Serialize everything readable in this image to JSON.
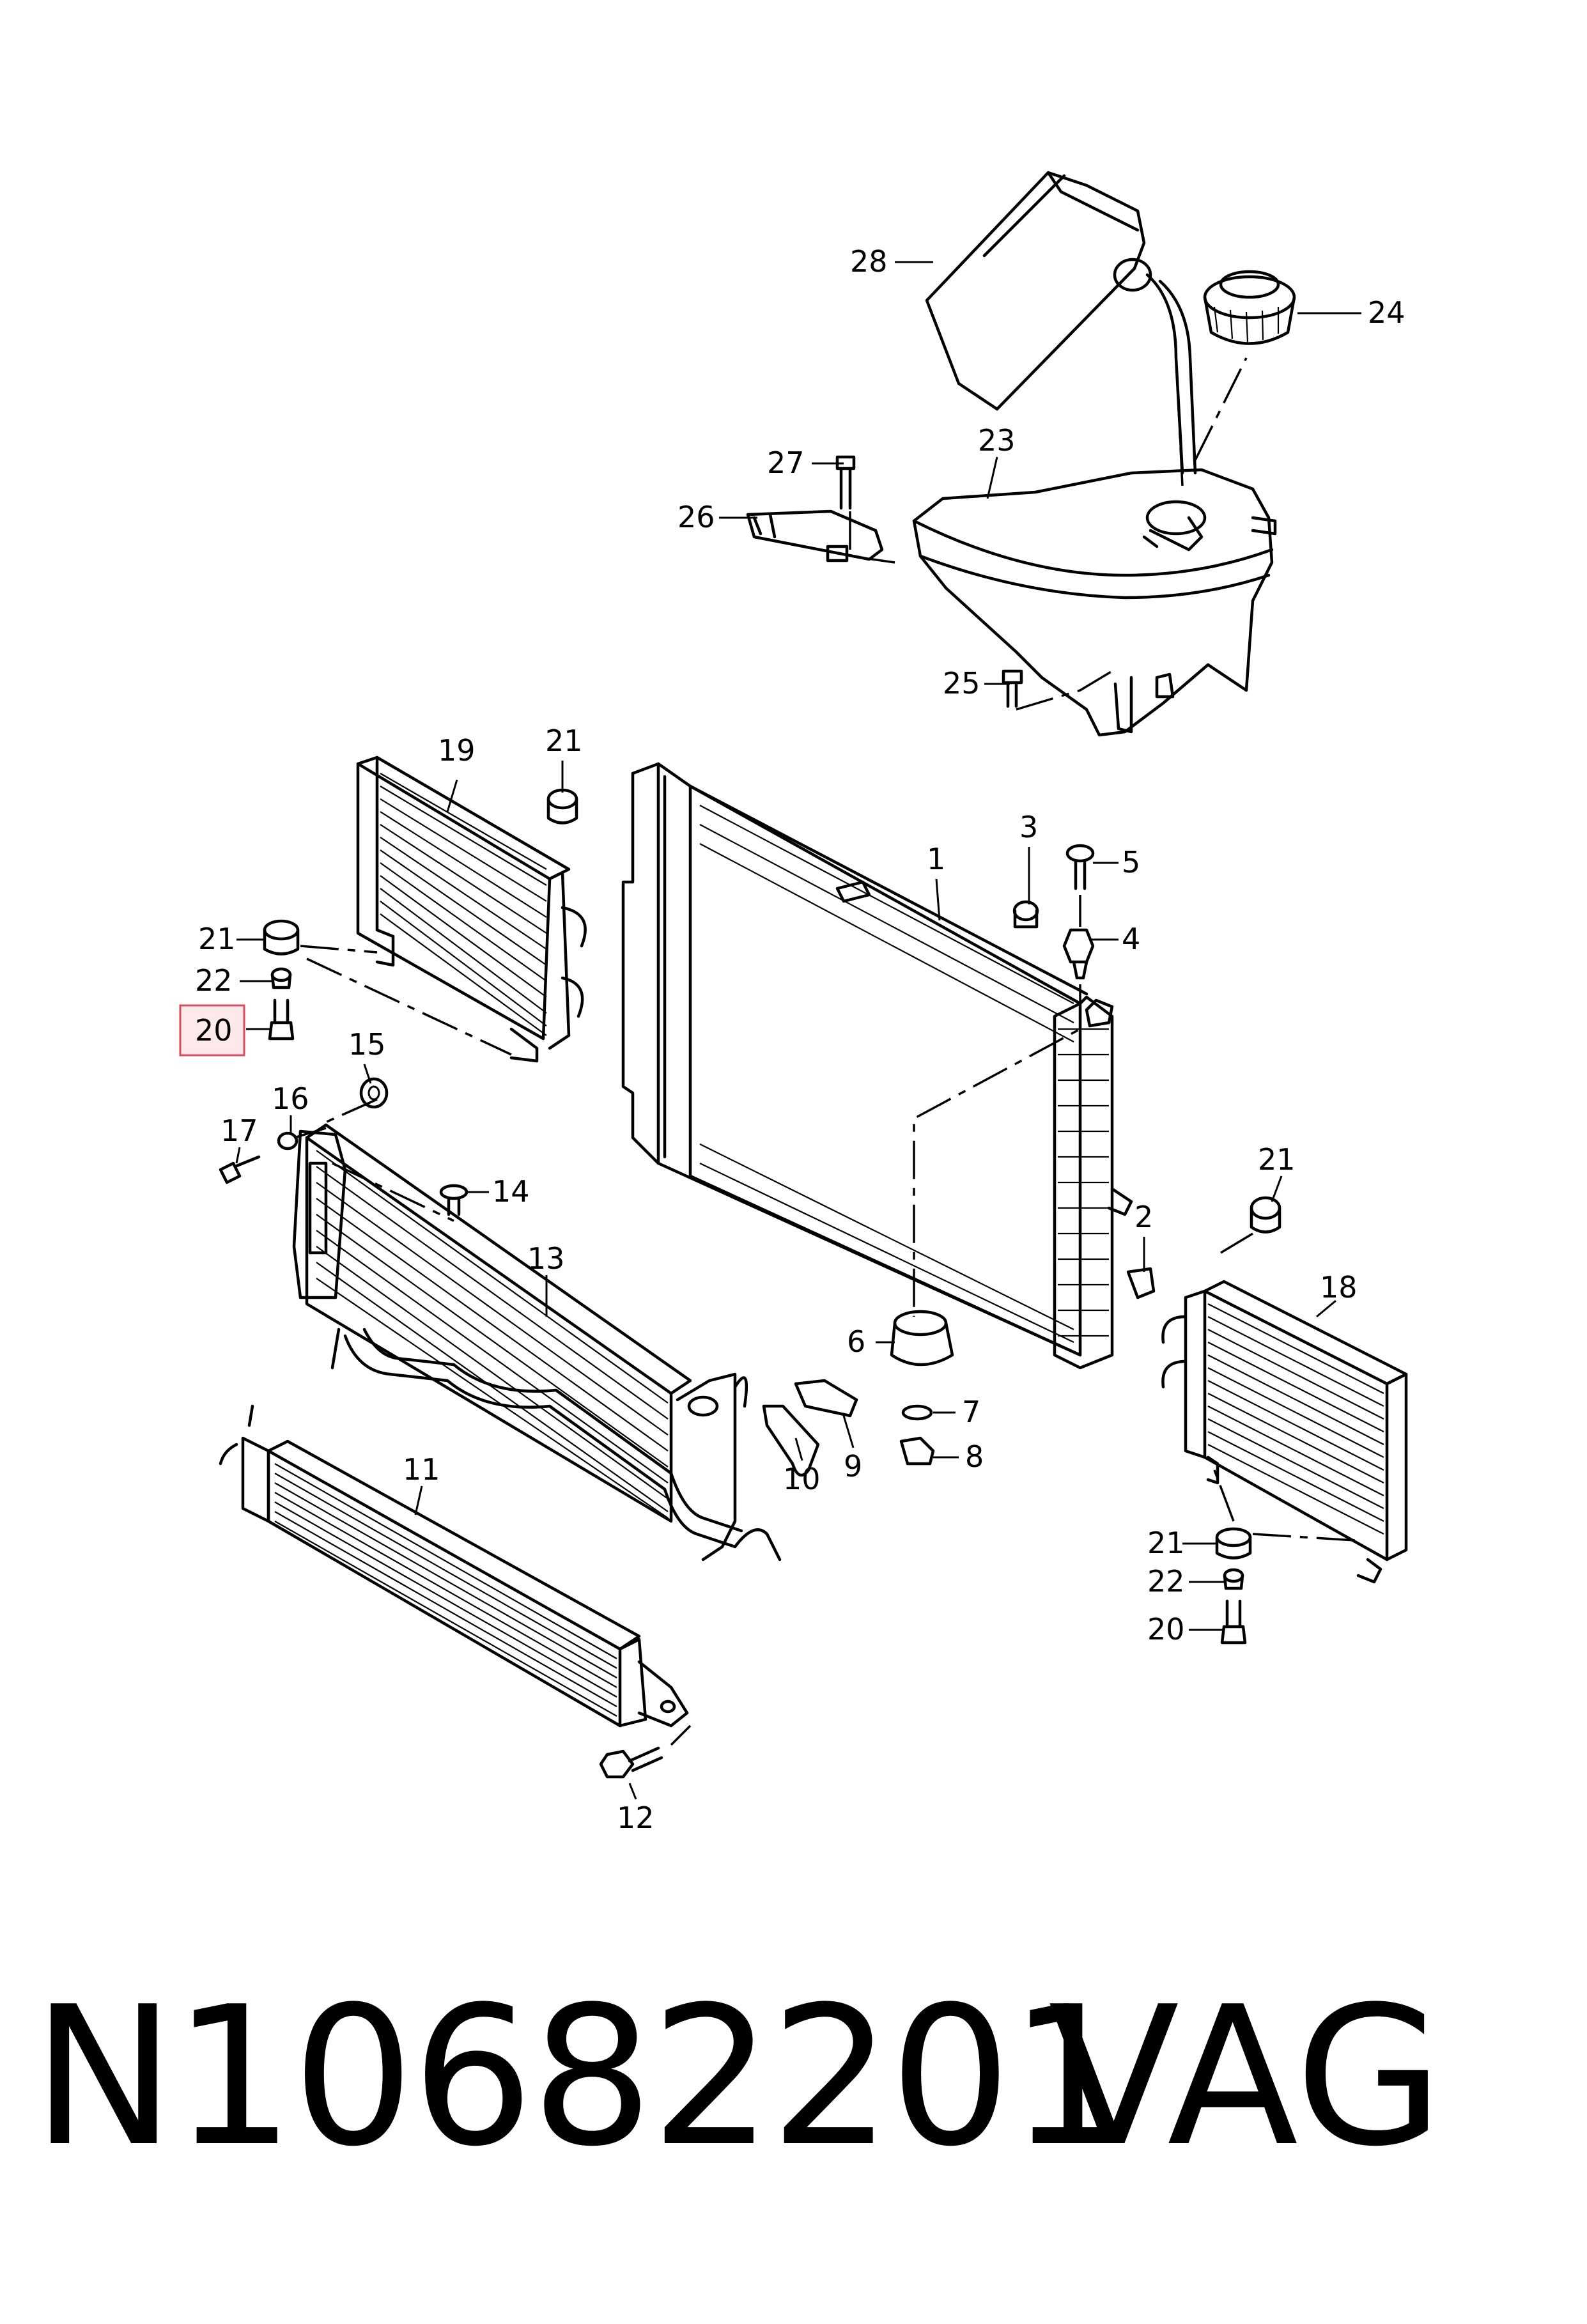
{
  "callouts": {
    "c1": "1",
    "c2": "2",
    "c3": "3",
    "c4": "4",
    "c5": "5",
    "c6": "6",
    "c7": "7",
    "c8": "8",
    "c9": "9",
    "c10": "10",
    "c11": "11",
    "c12": "12",
    "c13": "13",
    "c14": "14",
    "c15": "15",
    "c16": "16",
    "c17": "17",
    "c18": "18",
    "c19": "19",
    "c20a": "20",
    "c20b": "20",
    "c21a": "21",
    "c21b": "21",
    "c21c": "21",
    "c21d": "21",
    "c22a": "22",
    "c22b": "22",
    "c23": "23",
    "c24": "24",
    "c25": "25",
    "c26": "26",
    "c27": "27",
    "c28": "28"
  },
  "highlighted_callout": "20",
  "colors": {
    "highlight_fill": "#fde8ea",
    "highlight_border": "#d94c5c",
    "line": "#000000"
  },
  "footer": {
    "part_number": "N10682201",
    "brand": "VAG"
  }
}
